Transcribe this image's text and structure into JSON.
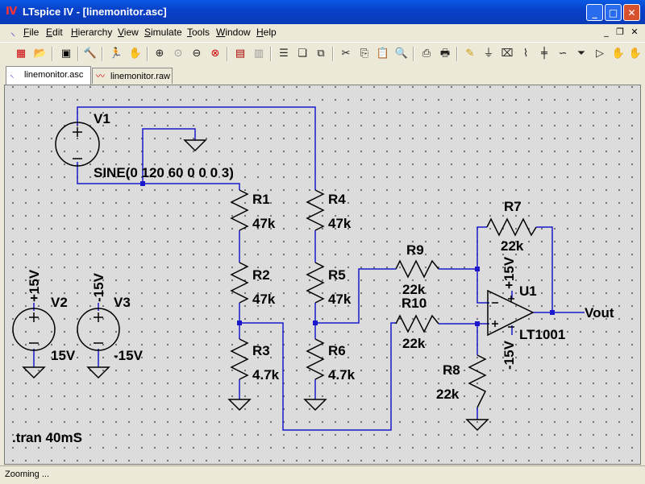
{
  "window": {
    "title": "LTspice IV - [linemonitor.asc]",
    "app_icon": "ltspice-logo-icon",
    "controls": {
      "minimize": "_",
      "maximize": "□",
      "close": "✕"
    }
  },
  "menubar": {
    "items": [
      {
        "label": "File",
        "key": "F"
      },
      {
        "label": "Edit",
        "key": "E"
      },
      {
        "label": "Hierarchy",
        "key": "H"
      },
      {
        "label": "View",
        "key": "V"
      },
      {
        "label": "Simulate",
        "key": "S"
      },
      {
        "label": "Tools",
        "key": "T"
      },
      {
        "label": "Window",
        "key": "W"
      },
      {
        "label": "Help",
        "key": "H"
      }
    ],
    "mdi_controls": {
      "minimize": "_",
      "restore": "❐",
      "close": "✕"
    }
  },
  "toolbar": {
    "icons": [
      "new-schematic-icon",
      "open-icon",
      "save-icon",
      "control-panel-icon",
      "run-icon",
      "halt-icon",
      "zoom-in-icon",
      "zoom-pan-icon",
      "zoom-out-icon",
      "zoom-cancel-icon",
      "autoscale-icon",
      "reset-icon",
      "tile-horizontal-icon",
      "cascade-icon",
      "tile-vertical-icon",
      "cut-icon",
      "copy-icon",
      "paste-icon",
      "find-icon",
      "undo-icon",
      "print-icon",
      "draw-wire-icon",
      "ground-icon",
      "label-net-icon",
      "resistor-icon",
      "capacitor-icon",
      "diode-icon",
      "component-icon",
      "move-icon",
      "drag-icon"
    ]
  },
  "tabs": [
    {
      "label": "linemonitor.asc",
      "active": true,
      "icon": "schematic-icon"
    },
    {
      "label": "linemonitor.raw",
      "active": false,
      "icon": "waveform-icon"
    }
  ],
  "schematic": {
    "components": {
      "V1": {
        "name": "V1",
        "value": "SINE(0 120 60 0 0 0 3)"
      },
      "V2": {
        "name": "V2",
        "value": "15V",
        "net": "+15V"
      },
      "V3": {
        "name": "V3",
        "value": "-15V",
        "net": "-15V"
      },
      "R1": {
        "name": "R1",
        "value": "47k"
      },
      "R2": {
        "name": "R2",
        "value": "47k"
      },
      "R3": {
        "name": "R3",
        "value": "4.7k"
      },
      "R4": {
        "name": "R4",
        "value": "47k"
      },
      "R5": {
        "name": "R5",
        "value": "47k"
      },
      "R6": {
        "name": "R6",
        "value": "4.7k"
      },
      "R7": {
        "name": "R7",
        "value": "22k"
      },
      "R8": {
        "name": "R8",
        "value": "22k"
      },
      "R9": {
        "name": "R9",
        "value": "22k"
      },
      "R10": {
        "name": "R10",
        "value": "22k"
      },
      "U1": {
        "name": "U1",
        "value": "LT1001",
        "vpos": "+15V",
        "vneg": "-15V"
      }
    },
    "output_label": "Vout",
    "directive": ".tran 40mS",
    "wire_color": "#1a1acc"
  },
  "status": {
    "text": "Zooming ..."
  }
}
